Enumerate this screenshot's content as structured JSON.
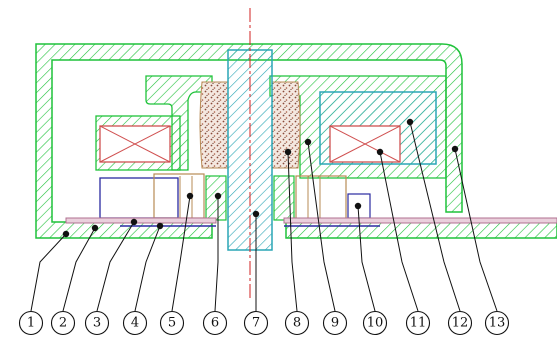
{
  "colors": {
    "housing": "#1fc23a",
    "hatch": "#1fc23a",
    "cyan": "#2aa6b5",
    "axis": "#d22020",
    "coil": "#d05050",
    "magnet": "#2a2aa0",
    "friction": "#b78b55",
    "plate": "#b07090",
    "ink": "#111111"
  },
  "callouts": [
    {
      "label": "1"
    },
    {
      "label": "2"
    },
    {
      "label": "3"
    },
    {
      "label": "4"
    },
    {
      "label": "5"
    },
    {
      "label": "6"
    },
    {
      "label": "7"
    },
    {
      "label": "8"
    },
    {
      "label": "9"
    },
    {
      "label": "10"
    },
    {
      "label": "11"
    },
    {
      "label": "12"
    },
    {
      "label": "13"
    }
  ]
}
